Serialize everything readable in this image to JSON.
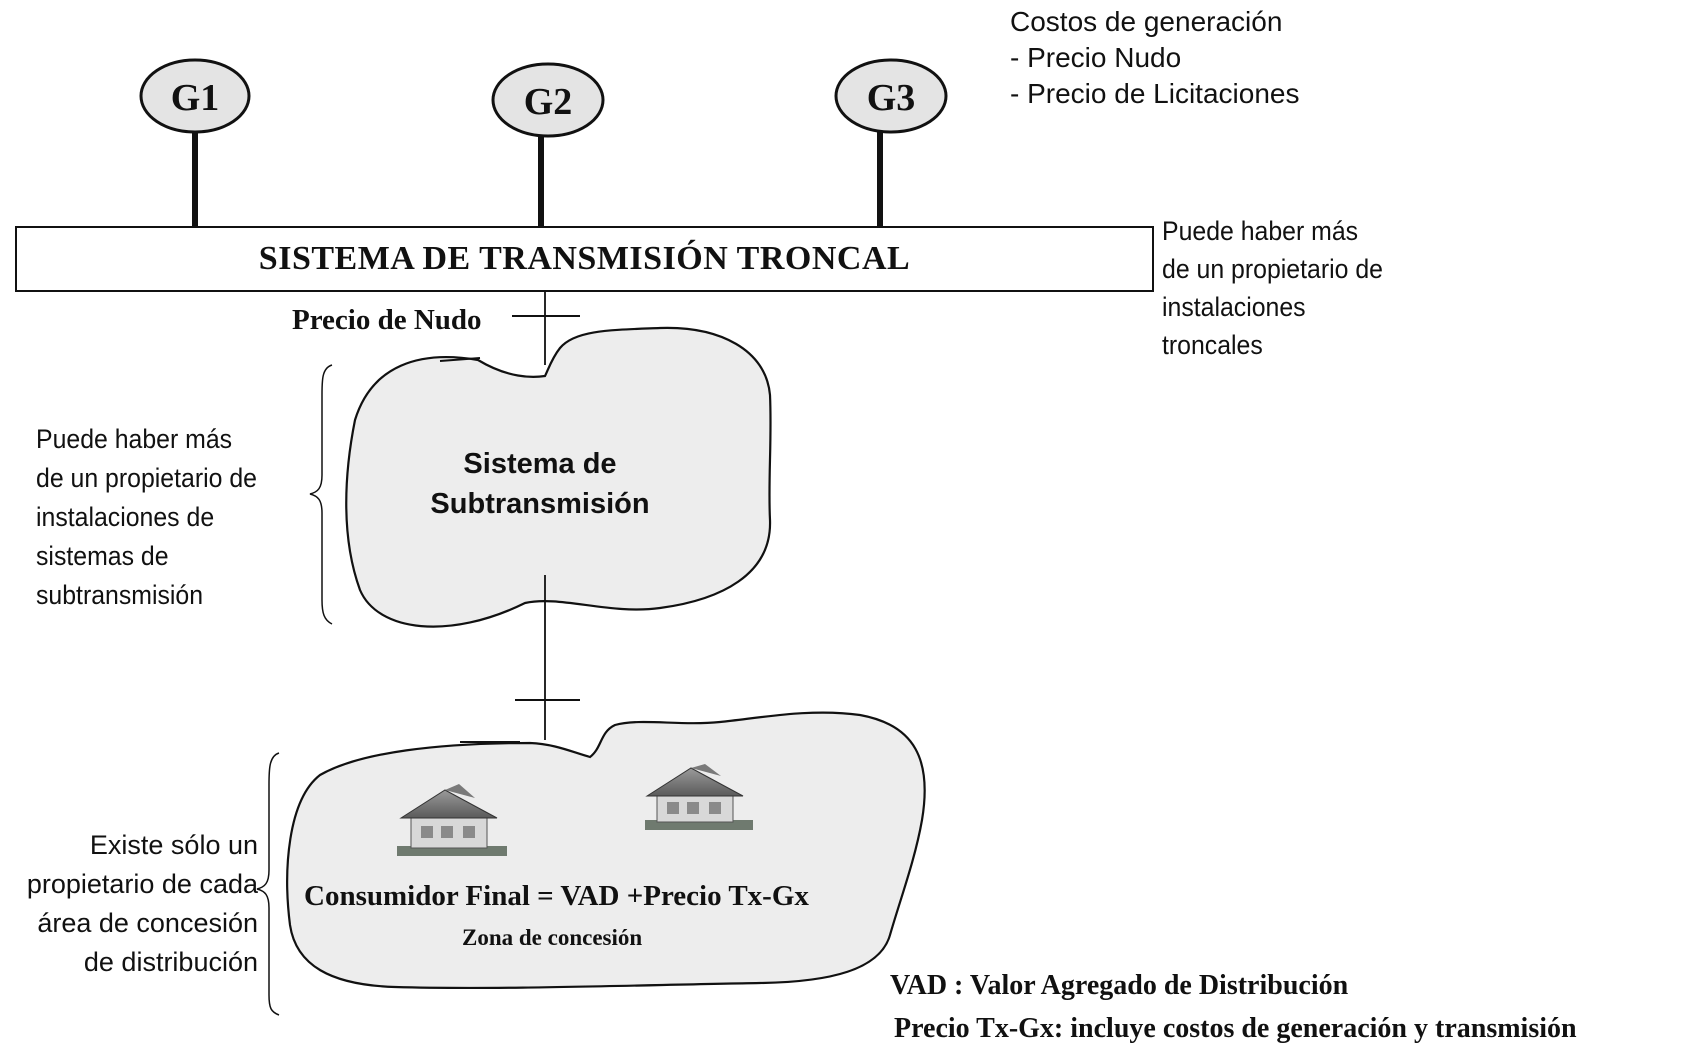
{
  "generators": [
    {
      "label": "G1"
    },
    {
      "label": "G2"
    },
    {
      "label": "G3"
    }
  ],
  "generation_costs": {
    "title": "Costos de generación",
    "items": [
      "- Precio Nudo",
      "- Precio de Licitaciones"
    ]
  },
  "trunk_system": {
    "label": "SISTEMA DE TRANSMISIÓN TRONCAL",
    "note": "Puede haber más\nde un propietario de\ninstalaciones\ntroncales"
  },
  "node_price": {
    "label": "Precio de Nudo"
  },
  "subtransmission": {
    "label": "Sistema de\nSubtransmisión",
    "note": "Puede haber más\nde un propietario de\ninstalaciones de\nsistemas de\nsubtransmisión"
  },
  "distribution": {
    "consumer_label": "Consumidor Final = VAD +Precio Tx-Gx",
    "zone_label": "Zona de concesión",
    "note": "Existe sólo un\npropietario de cada\nárea de concesión\nde distribución"
  },
  "footnotes": {
    "vad": "VAD : Valor Agregado de Distribución",
    "price": "Precio Tx-Gx: incluye costos de generación y transmisión"
  },
  "icons": [
    "house-icon",
    "house-icon"
  ],
  "colors": {
    "stroke": "#111111",
    "blob_fill": "#ededed",
    "generator_fill": "#e4e4e4"
  }
}
